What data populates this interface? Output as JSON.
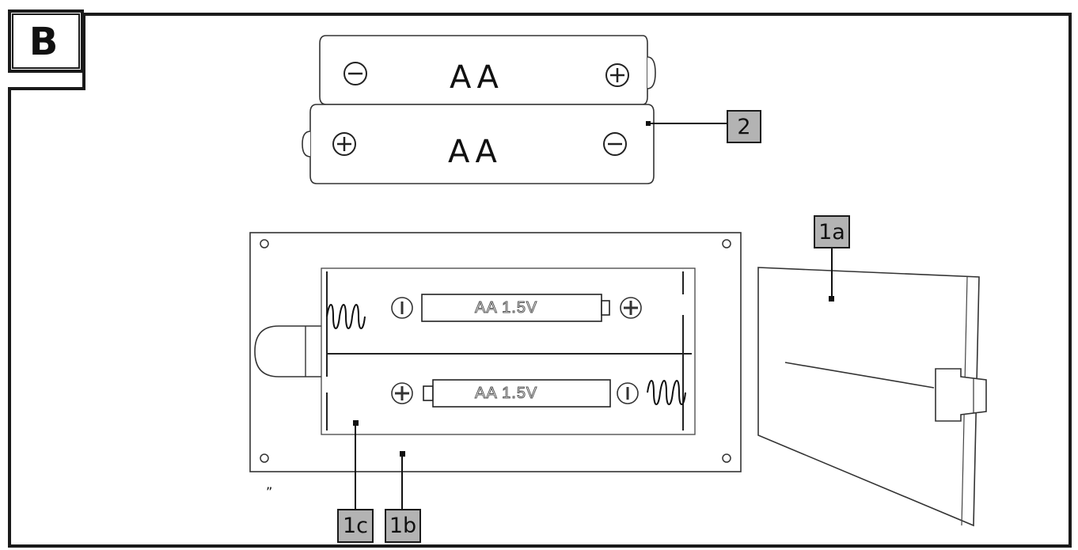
{
  "figure": {
    "section_label": "B",
    "stray_mark": "”"
  },
  "batteries": [
    {
      "label": "AA"
    },
    {
      "label": "AA"
    }
  ],
  "compartment_cells": [
    {
      "label": "AA 1.5V"
    },
    {
      "label": "AA 1.5V"
    }
  ],
  "callouts": {
    "c2": "2",
    "c1a": "1a",
    "c1b": "1b",
    "c1c": "1c"
  }
}
